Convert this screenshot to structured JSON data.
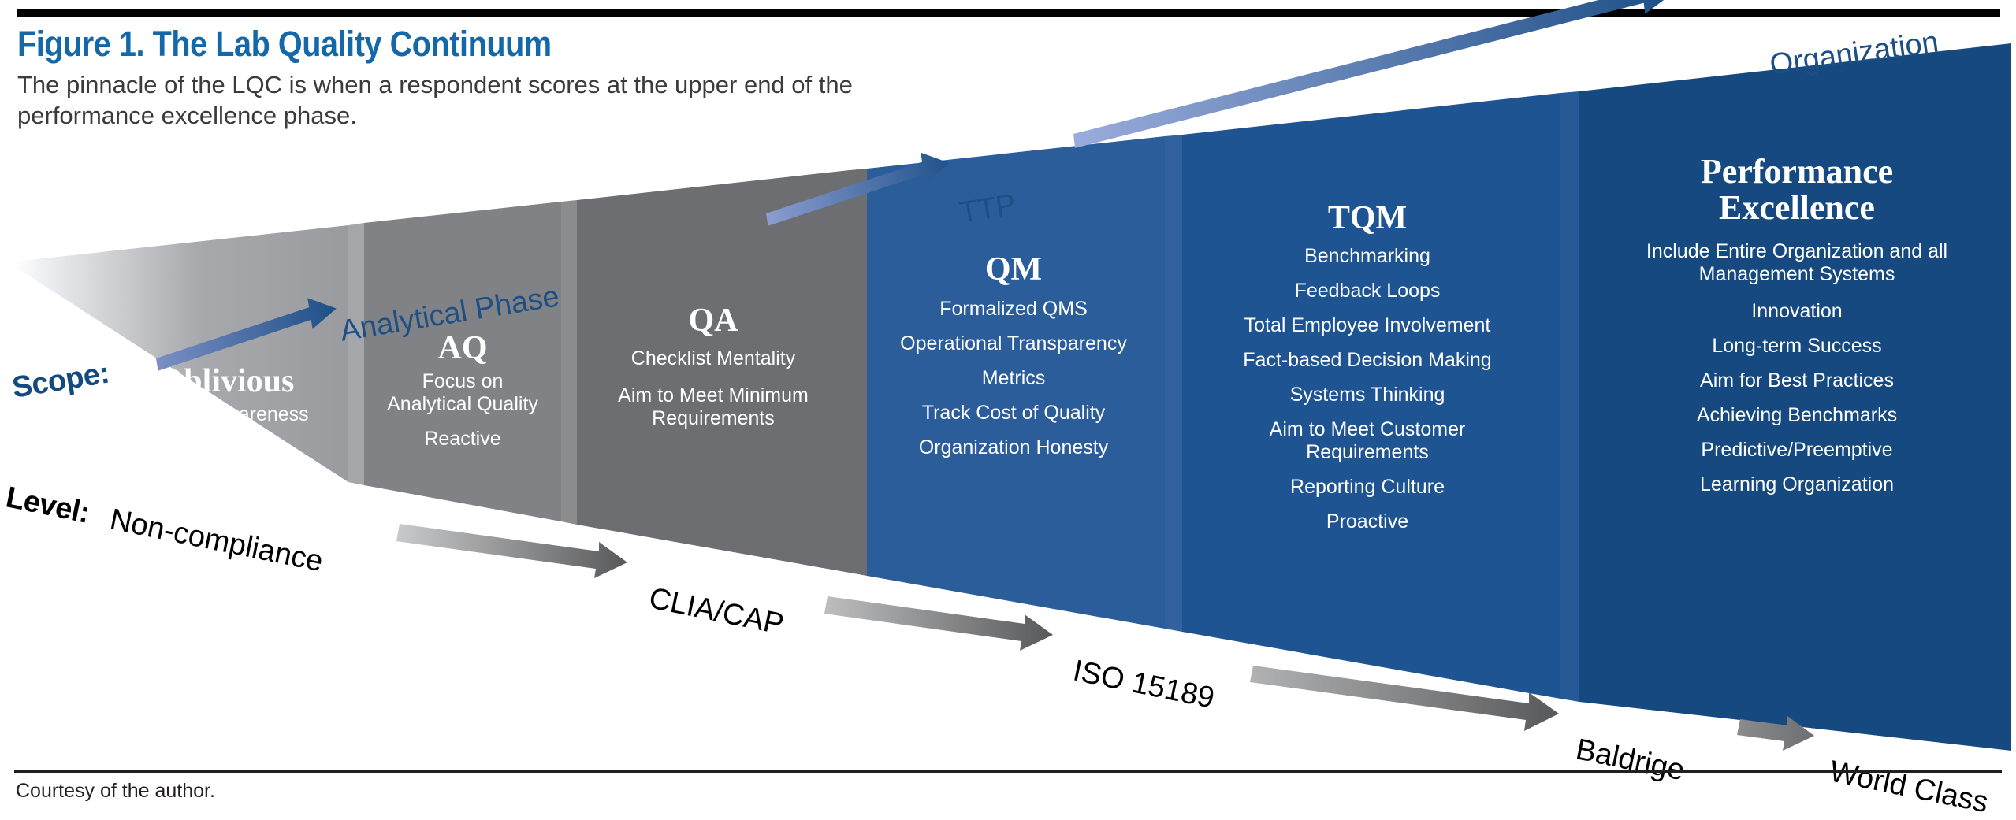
{
  "figure": {
    "title": "Figure 1. The Lab Quality Continuum",
    "subtitle": "The pinnacle of the LQC is when a respondent scores at the upper end of the performance excellence phase.",
    "credit": "Courtesy of the author."
  },
  "axis_labels": {
    "scope": "Scope:",
    "level": "Level:",
    "level_value": "Non-compliance"
  },
  "scope_arrows": [
    {
      "label": "Analytical Phase",
      "color": "#2e5596"
    },
    {
      "label": "TTP",
      "color": "#2e5596"
    },
    {
      "label": "Organization",
      "color": "#1d4f87"
    }
  ],
  "level_arrows": [
    {
      "label": "CLIA/CAP",
      "color": "#6d6e71"
    },
    {
      "label": "ISO 15189",
      "color": "#6d6e71"
    },
    {
      "label": "Baldrige",
      "color": "#6d6e71"
    },
    {
      "label": "World Class",
      "color": "#6d6e71"
    }
  ],
  "stages": [
    {
      "heading": "Oblivious",
      "color": "#9a9b9f",
      "items": [
        "Lack of Awareness"
      ]
    },
    {
      "heading": "AQ",
      "color": "#808285",
      "items": [
        "Focus on",
        "Analytical Quality",
        "Reactive"
      ]
    },
    {
      "heading": "QA",
      "color": "#6d6e71",
      "items": [
        "Checklist Mentality",
        "Aim to Meet Minimum Requirements"
      ]
    },
    {
      "heading": "QM",
      "color": "#2b5d9b",
      "items": [
        "Formalized QMS",
        "Operational Transparency",
        "Metrics",
        "Track Cost of Quality",
        "Organization Honesty"
      ]
    },
    {
      "heading": "TQM",
      "color": "#1f5493",
      "items": [
        "Benchmarking",
        "Feedback Loops",
        "Total Employee Involvement",
        "Fact-based Decision Making",
        "Systems Thinking",
        "Aim to Meet Customer Requirements",
        "Reporting Culture",
        "Proactive"
      ]
    },
    {
      "heading": "Performance Excellence",
      "color": "#15497f",
      "items": [
        "Include Entire Organization and all Management Systems",
        "Innovation",
        "Long-term Success",
        "Aim for Best Practices",
        "Achieving Benchmarks",
        "Predictive/Preemptive",
        "Learning Organization"
      ]
    }
  ],
  "chart_data": {
    "type": "diagram",
    "title": "Figure 1. The Lab Quality Continuum",
    "description": "Widening horizontal funnel of six maturity stages from left (narrow, gray) to right (tall, dark blue).",
    "stage_names": [
      "Oblivious",
      "AQ",
      "QA",
      "QM",
      "TQM",
      "Performance Excellence"
    ],
    "stage_colors": [
      "#9a9b9f",
      "#808285",
      "#6d6e71",
      "#2b5d9b",
      "#1f5493",
      "#15497f"
    ],
    "scope_progression": [
      "Analytical Phase",
      "TTP",
      "Organization"
    ],
    "level_progression": [
      "Non-compliance",
      "CLIA/CAP",
      "ISO 15189",
      "Baldrige",
      "World Class"
    ]
  }
}
